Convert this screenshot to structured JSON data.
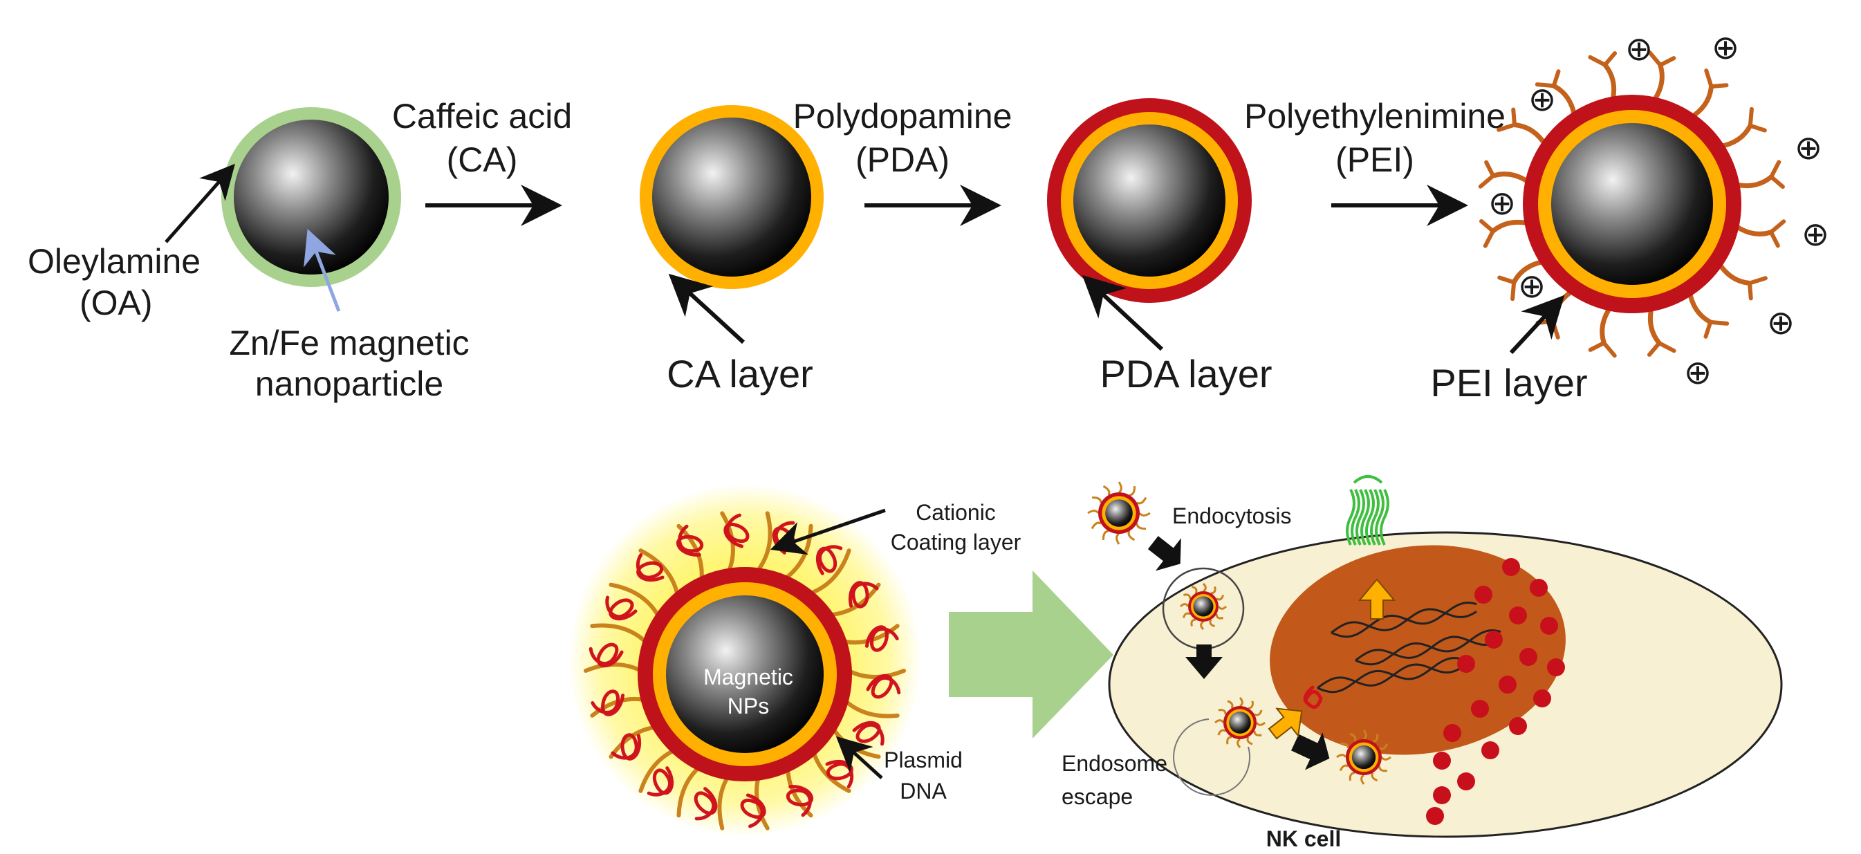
{
  "steps": [
    {
      "reagent_line1": "Caffeic acid",
      "reagent_line2": "(CA)"
    },
    {
      "reagent_line1": "Polydopamine",
      "reagent_line2": "(PDA)"
    },
    {
      "reagent_line1": "Polyethylenimine",
      "reagent_line2": "(PEI)"
    }
  ],
  "labels": {
    "oa_line1": "Oleylamine",
    "oa_line2": "(OA)",
    "core_line1": "Zn/Fe magnetic",
    "core_line2": "nanoparticle",
    "ca_layer": "CA layer",
    "pda_layer": "PDA layer",
    "pei_layer": "PEI layer",
    "cationic_line1": "Cationic",
    "cationic_line2": "Coating layer",
    "magnetic_line1": "Magnetic",
    "magnetic_line2": "NPs",
    "plasmid_line1": "Plasmid",
    "plasmid_line2": "DNA",
    "endocytosis": "Endocytosis",
    "escape_line1": "Endosome",
    "escape_line2": "escape",
    "nk_cell": "NK cell"
  },
  "charge_symbol": "⊕",
  "colors": {
    "oa_shell": "#a9d18e",
    "ca_shell": "#ffb000",
    "pda_shell": "#c0121a",
    "pei_strand": "#c4621c",
    "dna_strand": "#d0141e",
    "halo": "#fff56a",
    "cell": "#f8f0d2",
    "nucleus": "#c2581a",
    "big_arrow": "#a9d18e",
    "gfp": "#3fbf3f",
    "vesicle_dot": "#c8101c"
  }
}
